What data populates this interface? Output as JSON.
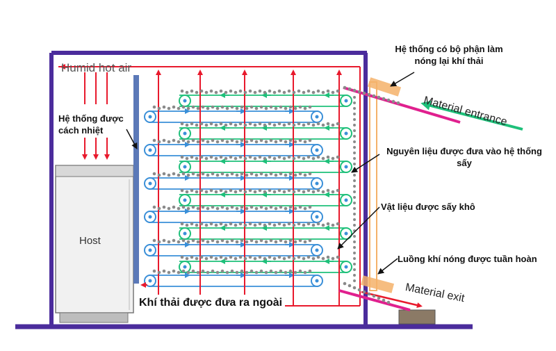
{
  "labels": {
    "humid_hot_air": "Humid hot air",
    "insulated_system": [
      "Hệ thống được",
      "cách nhiệt"
    ],
    "host": "Host",
    "exhaust_out": "Khí thải được đưa ra ngoài",
    "reheat_system": [
      "Hệ thống có bộ phận làm",
      "nóng lại khí thải"
    ],
    "material_entrance": "Material entrance",
    "feed_material": [
      "Nguyên liệu được đưa vào hệ thống",
      "sấy"
    ],
    "dried_material": "Vật liệu được sấy khô",
    "hot_air_recirculated": "Luồng khí nóng được tuần hoàn",
    "material_exit": "Material exit"
  },
  "colors": {
    "frame": "#4b2c9c",
    "hot_air": "#e8192c",
    "conveyor_blue": "#3a8fd8",
    "conveyor_green": "#1ec07a",
    "inlet_pink": "#e0208e",
    "pellet": "#8a8a8a",
    "insulation_panel": "#5b79b8",
    "chute": "#f4b26a"
  },
  "icons": [
    "roller-icon",
    "arrow-icon",
    "pellet-icon"
  ]
}
